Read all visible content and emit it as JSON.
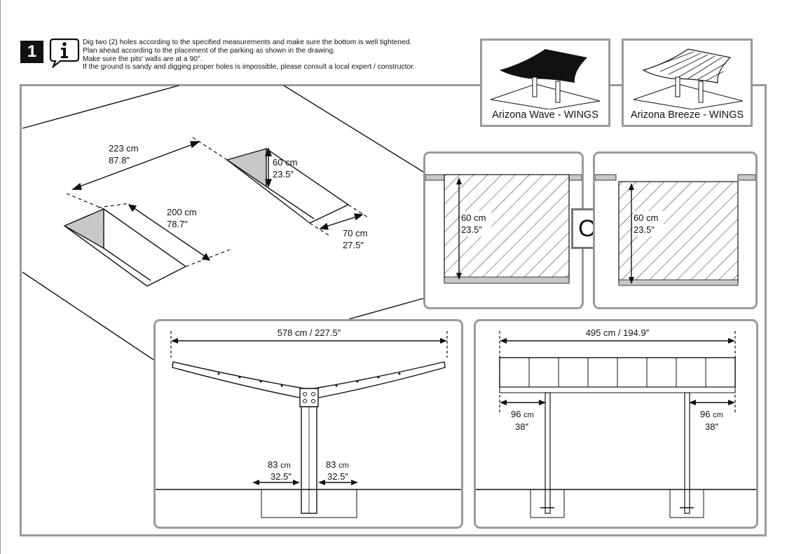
{
  "header": {
    "step_number": "1",
    "info_icon": "info-icon",
    "instructions": [
      "Dig two (2) holes according to the specified measurements and make sure the bottom is well tightened.",
      "Plan ahead according to the placement of the parking as shown in the drawing.",
      "Make sure the pits' walls are at a 90°.",
      "If the ground is sandy and digging proper holes is impossible, please consult a local expert / constructor."
    ]
  },
  "models": [
    {
      "label": "Arizona Wave - WINGS"
    },
    {
      "label": "Arizona Breeze - WINGS"
    }
  ],
  "pit_plan": {
    "length_cm": "223 cm",
    "length_in": "87.8″",
    "spacing_cm": "200 cm",
    "spacing_in": "78.7″",
    "depth_cm": "60 cm",
    "depth_in": "23.5″",
    "width_cm": "70 cm",
    "width_in": "27.5″"
  },
  "sections": {
    "left_depth_cm": "60 cm",
    "left_depth_in": "23.5″",
    "or_label": "Or",
    "right_depth_cm": "60 cm",
    "right_depth_in": "23.5″"
  },
  "front_view": {
    "span": "578 cm / 227.5″",
    "left_off_cm": "83",
    "left_off_unit": "cm",
    "left_off_in": "32.5″",
    "right_off_cm": "83",
    "right_off_unit": "cm",
    "right_off_in": "32.5″"
  },
  "side_view": {
    "span": "495 cm / 194.9″",
    "left_over_cm": "96",
    "left_over_unit": "cm",
    "left_over_in": "38″",
    "right_over_cm": "96",
    "right_over_unit": "cm",
    "right_over_in": "38″"
  },
  "colors": {
    "frame": "#9a9a9a",
    "pit_shade": "#c8c8c8",
    "line": "#111111"
  }
}
